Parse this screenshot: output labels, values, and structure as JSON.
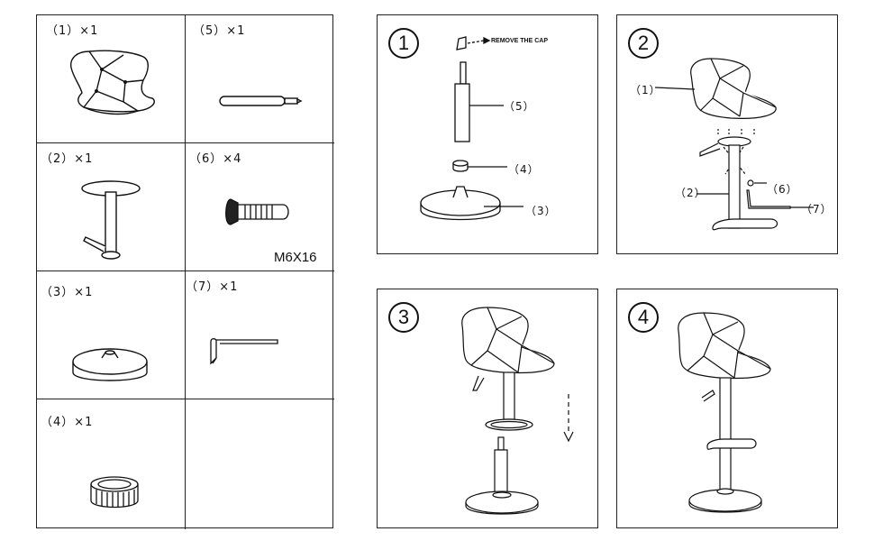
{
  "parts": [
    {
      "label": "（1）×1"
    },
    {
      "label": "（5）×1"
    },
    {
      "label": "（2）×1"
    },
    {
      "label": "（6）×4",
      "spec": "M6X16"
    },
    {
      "label": "（3）×1"
    },
    {
      "label": "（7）×1"
    },
    {
      "label": "（4）×1"
    }
  ],
  "steps": [
    {
      "number": "1",
      "cap_note": "REMOVE THE CAP",
      "callouts": [
        "（5）",
        "（4）",
        "（3）"
      ]
    },
    {
      "number": "2",
      "callouts": [
        "（1）",
        "（2）",
        "（6）",
        "（7）"
      ]
    },
    {
      "number": "3"
    },
    {
      "number": "4"
    }
  ]
}
